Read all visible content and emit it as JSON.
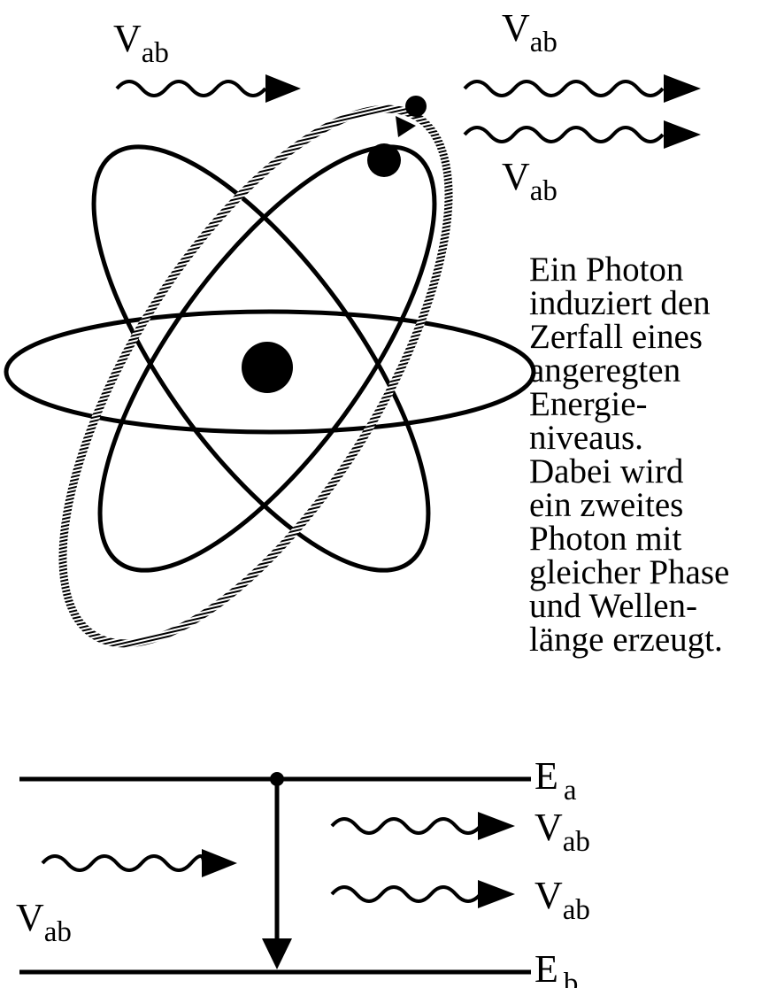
{
  "diagram": {
    "colors": {
      "ink": "#000000",
      "hatch": "#999999",
      "background": "#ffffff"
    },
    "photon_symbol": {
      "main": "V",
      "sub": "ab"
    },
    "description_lines": [
      "Ein Photon",
      "induziert den",
      "Zerfall eines",
      "angeregten",
      "Energie-",
      "niveaus.",
      "Dabei wird",
      "ein zweites",
      "Photon mit",
      "gleicher Phase",
      "und Wellen-",
      "länge erzeugt."
    ],
    "levels": {
      "upper": {
        "main": "E",
        "sub": "a"
      },
      "lower": {
        "main": "E",
        "sub": "b"
      }
    }
  }
}
